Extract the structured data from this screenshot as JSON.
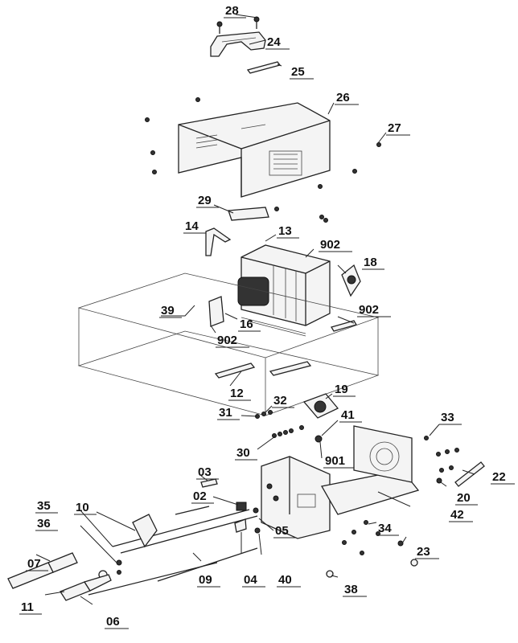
{
  "diagram": {
    "callouts": [
      {
        "id": "c28",
        "text": "28"
      },
      {
        "id": "c24",
        "text": "24"
      },
      {
        "id": "c25",
        "text": "25"
      },
      {
        "id": "c26",
        "text": "26"
      },
      {
        "id": "c27",
        "text": "27"
      },
      {
        "id": "c29",
        "text": "29"
      },
      {
        "id": "c14",
        "text": "14"
      },
      {
        "id": "c13",
        "text": "13"
      },
      {
        "id": "c902a",
        "text": "902"
      },
      {
        "id": "c18",
        "text": "18"
      },
      {
        "id": "c39",
        "text": "39"
      },
      {
        "id": "c16",
        "text": "16"
      },
      {
        "id": "c902b",
        "text": "902"
      },
      {
        "id": "c902c",
        "text": "902"
      },
      {
        "id": "c12",
        "text": "12"
      },
      {
        "id": "c19",
        "text": "19"
      },
      {
        "id": "c32",
        "text": "32"
      },
      {
        "id": "c31",
        "text": "31"
      },
      {
        "id": "c41",
        "text": "41"
      },
      {
        "id": "c33",
        "text": "33"
      },
      {
        "id": "c30",
        "text": "30"
      },
      {
        "id": "c901",
        "text": "901"
      },
      {
        "id": "c22",
        "text": "22"
      },
      {
        "id": "c03",
        "text": "03"
      },
      {
        "id": "c20",
        "text": "20"
      },
      {
        "id": "c02",
        "text": "02"
      },
      {
        "id": "c42",
        "text": "42"
      },
      {
        "id": "c35",
        "text": "35"
      },
      {
        "id": "c10",
        "text": "10"
      },
      {
        "id": "c34",
        "text": "34"
      },
      {
        "id": "c36",
        "text": "36"
      },
      {
        "id": "c05",
        "text": "05"
      },
      {
        "id": "c23",
        "text": "23"
      },
      {
        "id": "c07",
        "text": "07"
      },
      {
        "id": "c09",
        "text": "09"
      },
      {
        "id": "c04",
        "text": "04"
      },
      {
        "id": "c40",
        "text": "40"
      },
      {
        "id": "c38",
        "text": "38"
      },
      {
        "id": "c11",
        "text": "11"
      },
      {
        "id": "c06",
        "text": "06"
      }
    ]
  }
}
